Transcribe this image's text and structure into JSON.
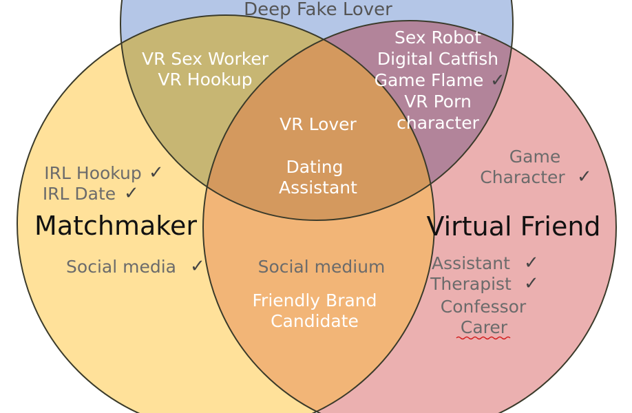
{
  "diagram": {
    "circles": {
      "top": {
        "fill": "#B4C6E7"
      },
      "left": {
        "fill": "#FFE19A"
      },
      "right": {
        "fill": "#EBB0B0"
      }
    },
    "overlap_colors": {
      "top_left": "#C7B673",
      "top_right": "#B2849A",
      "left_right": "#F2B577",
      "center": "#D4995E"
    },
    "top_label": "Deep Fake Lover",
    "left_title": "Matchmaker",
    "right_title": "Virtual Friend",
    "top_left": {
      "line1": "VR Sex Worker",
      "line2": "VR Hookup"
    },
    "top_right": {
      "line1": "Sex Robot",
      "line2": "Digital Catfish",
      "line3": "Game Flame",
      "line4": "VR Porn",
      "line5": "character"
    },
    "center": {
      "line1": "VR Lover",
      "line2": "Dating",
      "line3": "Assistant"
    },
    "left_only": {
      "line1": "IRL Hookup",
      "line2": "IRL Date",
      "line3": "Social media"
    },
    "right_only": {
      "line1": "Game",
      "line2": "Character",
      "line3": "Assistant",
      "line4": "Therapist",
      "line5": "Confessor",
      "line6": "Carer"
    },
    "left_right": {
      "line1": "Social medium",
      "line2": "Friendly Brand",
      "line3": "Candidate"
    },
    "checkmark": "✓"
  }
}
